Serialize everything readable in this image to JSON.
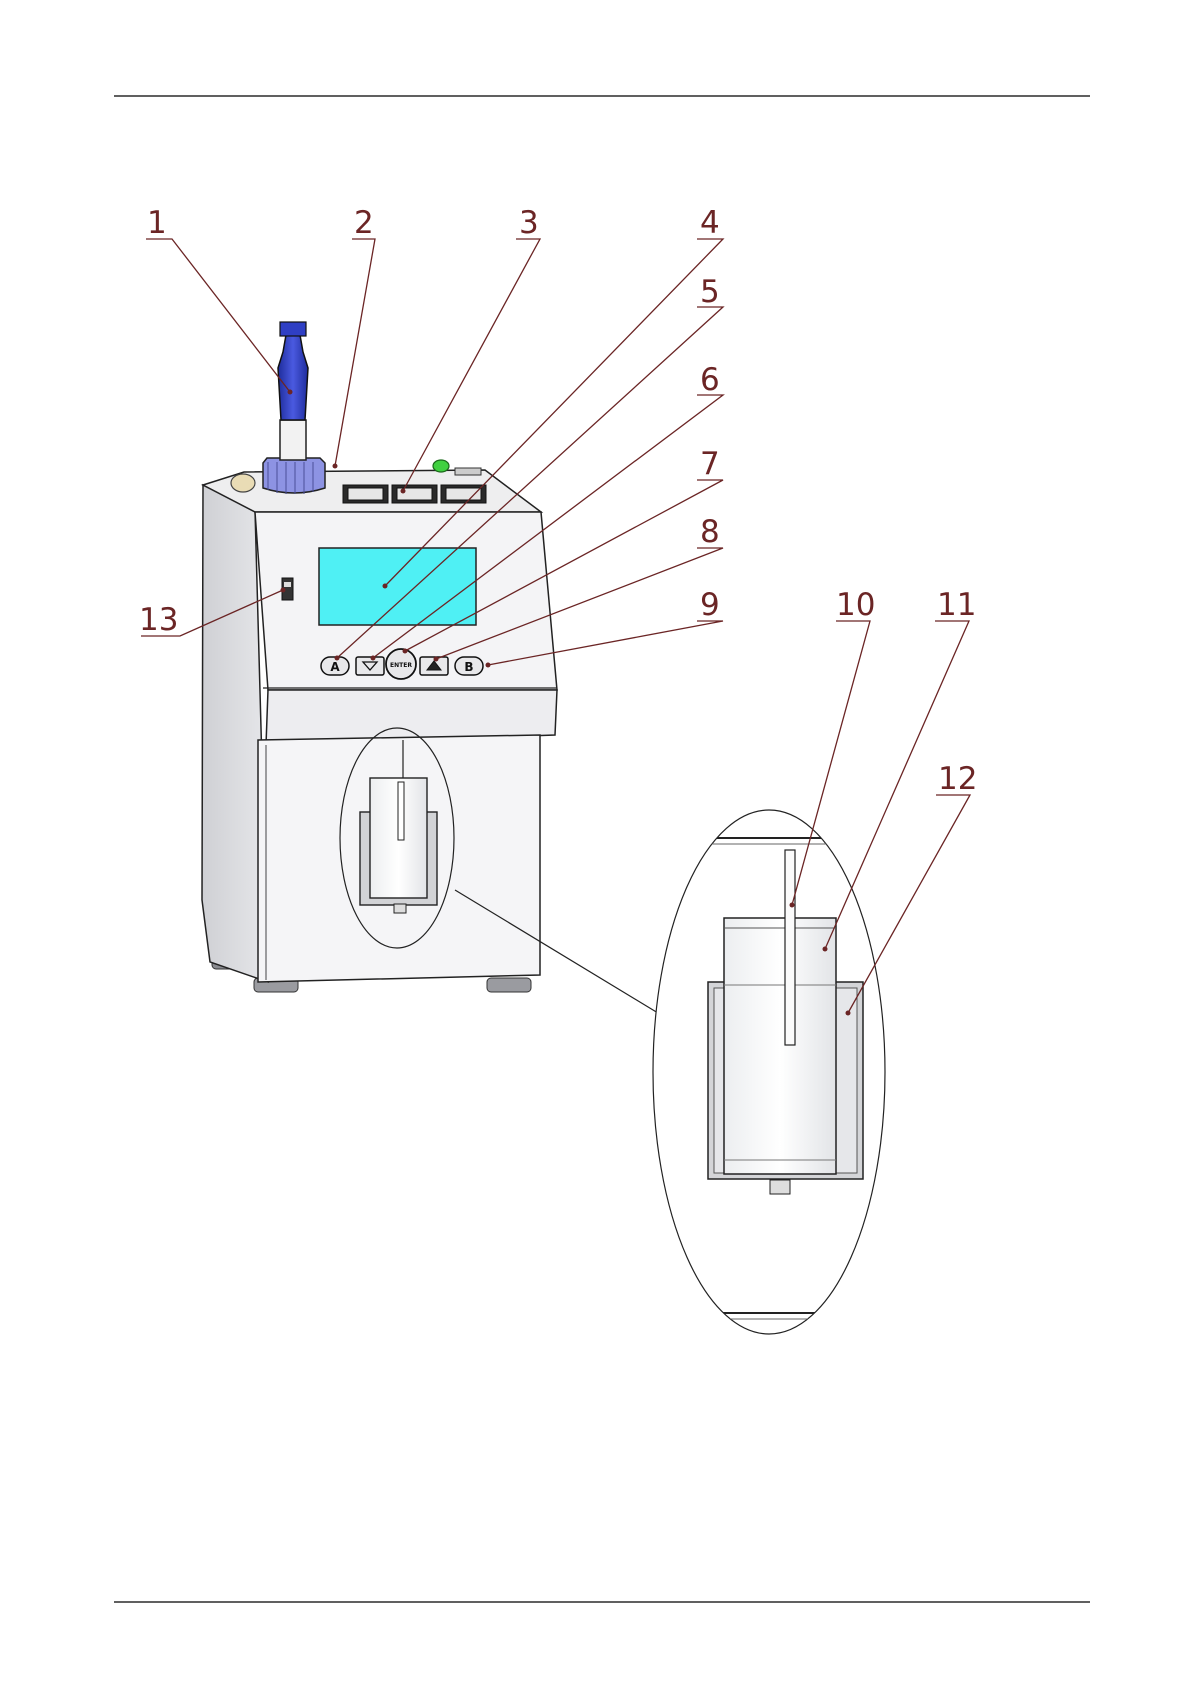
{
  "figure": {
    "callouts": [
      {
        "num": "1"
      },
      {
        "num": "2"
      },
      {
        "num": "3"
      },
      {
        "num": "4"
      },
      {
        "num": "5"
      },
      {
        "num": "6"
      },
      {
        "num": "7"
      },
      {
        "num": "8"
      },
      {
        "num": "9"
      },
      {
        "num": "10"
      },
      {
        "num": "11"
      },
      {
        "num": "12"
      },
      {
        "num": "13"
      }
    ],
    "keypad": {
      "left_key": "A",
      "center_key": "ENTER",
      "right_key": "B"
    },
    "colors": {
      "display": "#4ff0f4",
      "bottle": "#2f3fc4",
      "bottle_cap": "#8d93e3",
      "power_button": "#40d040",
      "callout": "#6b2525",
      "body": "#f1f1f3"
    }
  }
}
